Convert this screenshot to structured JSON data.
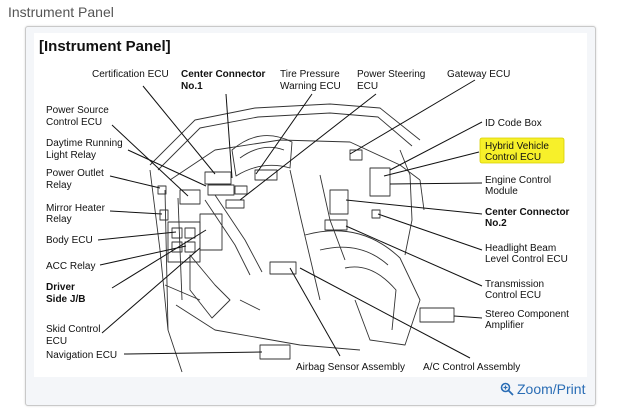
{
  "page": {
    "title": "Instrument Panel"
  },
  "diagram": {
    "title": "[Instrument Panel]",
    "labels": {
      "certification_ecu": "Certification ECU",
      "center_connector_1_l1": "Center Connector",
      "center_connector_1_l2": "No.1",
      "tire_pressure_l1": "Tire Pressure",
      "tire_pressure_l2": "Warning ECU",
      "power_steering_l1": "Power Steering",
      "power_steering_l2": "ECU",
      "gateway_ecu": "Gateway ECU",
      "power_source_l1": "Power Source",
      "power_source_l2": "Control ECU",
      "drl_relay_l1": "Daytime Running",
      "drl_relay_l2": "Light Relay",
      "power_outlet_l1": "Power Outlet",
      "power_outlet_l2": "Relay",
      "mirror_heater_l1": "Mirror Heater",
      "mirror_heater_l2": "Relay",
      "body_ecu": "Body ECU",
      "acc_relay": "ACC Relay",
      "driver_jb_l1": "Driver",
      "driver_jb_l2": "Side J/B",
      "skid_control_l1": "Skid Control",
      "skid_control_l2": "ECU",
      "navigation_ecu": "Navigation ECU",
      "id_code_box": "ID Code Box",
      "hybrid_vehicle_l1": "Hybrid Vehicle",
      "hybrid_vehicle_l2": "Control ECU",
      "engine_control_l1": "Engine Control",
      "engine_control_l2": "Module",
      "center_connector_2_l1": "Center Connector",
      "center_connector_2_l2": "No.2",
      "headlight_beam_l1": "Headlight Beam",
      "headlight_beam_l2": "Level Control ECU",
      "transmission_l1": "Transmission",
      "transmission_l2": "Control ECU",
      "stereo_l1": "Stereo Component",
      "stereo_l2": "Amplifier",
      "airbag_sensor": "Airbag Sensor Assembly",
      "ac_control": "A/C Control Assembly"
    },
    "highlight_color": "#f7f02a"
  },
  "footer": {
    "zoom_label": "Zoom/Print",
    "link_color": "#2a6db5"
  }
}
